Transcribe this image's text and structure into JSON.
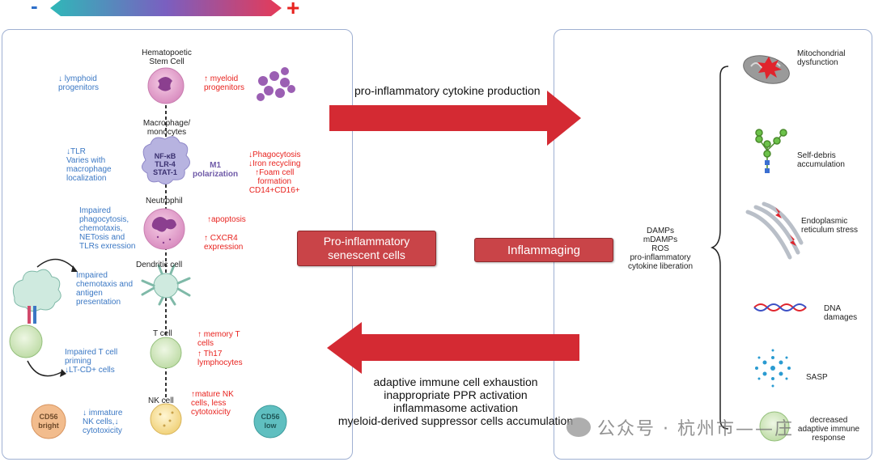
{
  "scale": {
    "minus": "-",
    "plus": "+",
    "colors": [
      "#2fb8b8",
      "#7a5fc0",
      "#e63a57"
    ]
  },
  "arrows": {
    "top_label": "pro-inflammatory cytokine production",
    "bottom_labels": [
      "adaptive immune cell exhaustion",
      "inappropriate PPR activation",
      "inflammasome activation",
      "myeloid-derived suppressor cells accumulation"
    ],
    "color": "#d42a33"
  },
  "center_boxes": {
    "senescent": "Pro-inflammatory\nsenescent cells",
    "inflammaging": "Inflammaging"
  },
  "cells": {
    "hsc": "Hematopoetic\nStem Cell",
    "macrophage": "Macrophage/\nmonocytes",
    "macrophage_inner": "NF-κB\nTLR-4\nSTAT-1",
    "neutrophil": "Neutrophil",
    "dendritic": "Dendritic cell",
    "tcell": "T cell",
    "nkcell": "NK cell",
    "cd56_bright": "CD56\nbright",
    "cd56_low": "CD56\nlow"
  },
  "left_notes": {
    "hsc": "↓ lymphoid\nprogenitors",
    "macrophage": "↓TLR\nVaries with\nmacrophage\nlocalization",
    "neutrophil": "Impaired\nphagocytosis,\nchemotaxis,\nNETosis and\nTLRs exression",
    "dendritic": "Impaired\nchemotaxis and\nantigen\npresentation",
    "tcell": "Impaired T cell\npriming\n↓LT-CD+ cells",
    "nkcell": "↓ immature\nNK cells,↓\ncytotoxicity"
  },
  "right_notes": {
    "hsc": "↑ myeloid\nprogenitors",
    "m1": "M1\npolarization",
    "macrophage": "↓Phagocytosis\n↓Iron recycling\n↑Foam cell\nformation\nCD14+CD16+",
    "neutrophil_1": "↑apoptosis",
    "neutrophil_2": "↑ CXCR4\nexpression",
    "tcell_1": "↑ memory T\ncells",
    "tcell_2": "↑ Th17\nlymphocytes",
    "nkcell": "↑mature NK\ncells, less\ncytotoxicity"
  },
  "damps": "DAMPs\nmDAMPs\nROS\npro-inflammatory\ncytokine liberation",
  "hallmarks": [
    {
      "label": "Mitochondrial\ndysfunction",
      "icon": "mitochondria-icon"
    },
    {
      "label": "Self-debris\naccumulation",
      "icon": "glycan-icon"
    },
    {
      "label": "Endoplasmic\nreticulum stress",
      "icon": "er-icon"
    },
    {
      "label": "DNA\ndamages",
      "icon": "dna-icon"
    },
    {
      "label": "SASP",
      "icon": "sasp-icon"
    },
    {
      "label": "decreased\nadaptive immune\nresponse",
      "icon": "lymphocyte-icon"
    }
  ],
  "watermark": "公众号 · 杭州市——庄"
}
